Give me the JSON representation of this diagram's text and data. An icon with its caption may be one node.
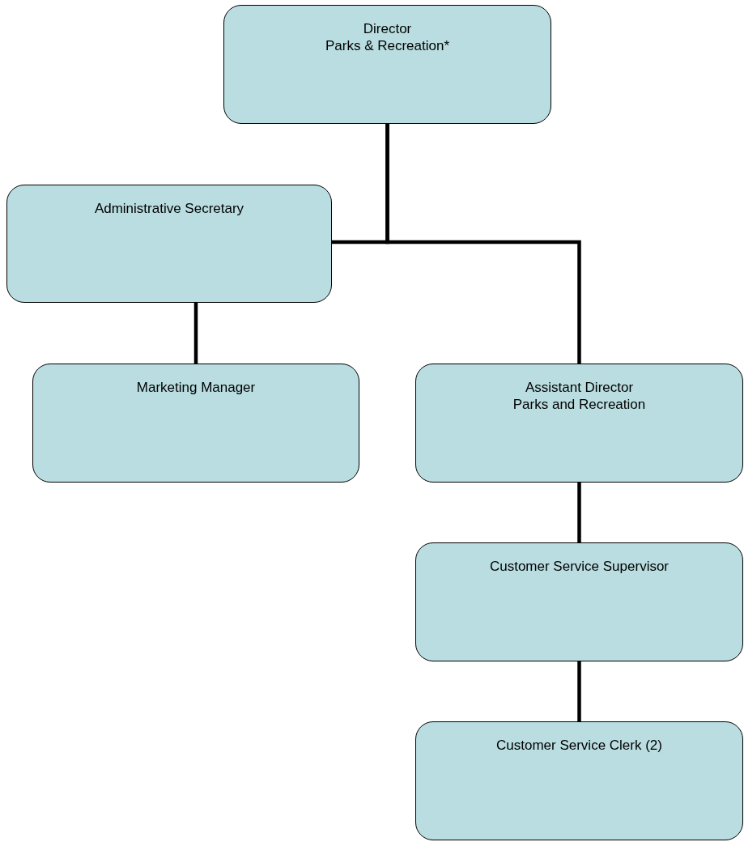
{
  "diagram": {
    "nodes": [
      {
        "text": [
          "Director",
          "Parks & Recreation*"
        ]
      },
      {
        "text": [
          "Administrative Secretary"
        ]
      },
      {
        "text": [
          "Marketing Manager"
        ]
      },
      {
        "text": [
          "Assistant Director",
          "Parks and Recreation"
        ]
      },
      {
        "text": [
          "Customer Service Supervisor"
        ]
      },
      {
        "text": [
          "Customer Service Clerk (2)"
        ]
      }
    ],
    "edges": [
      {
        "from": 0,
        "to": 1,
        "arrow": "none"
      },
      {
        "from": 0,
        "to": 3,
        "arrow": "none"
      },
      {
        "from": 1,
        "to": 2,
        "arrow": "none"
      },
      {
        "from": 3,
        "to": 4,
        "arrow": "none"
      },
      {
        "from": 4,
        "to": 5,
        "arrow": "none"
      }
    ]
  }
}
